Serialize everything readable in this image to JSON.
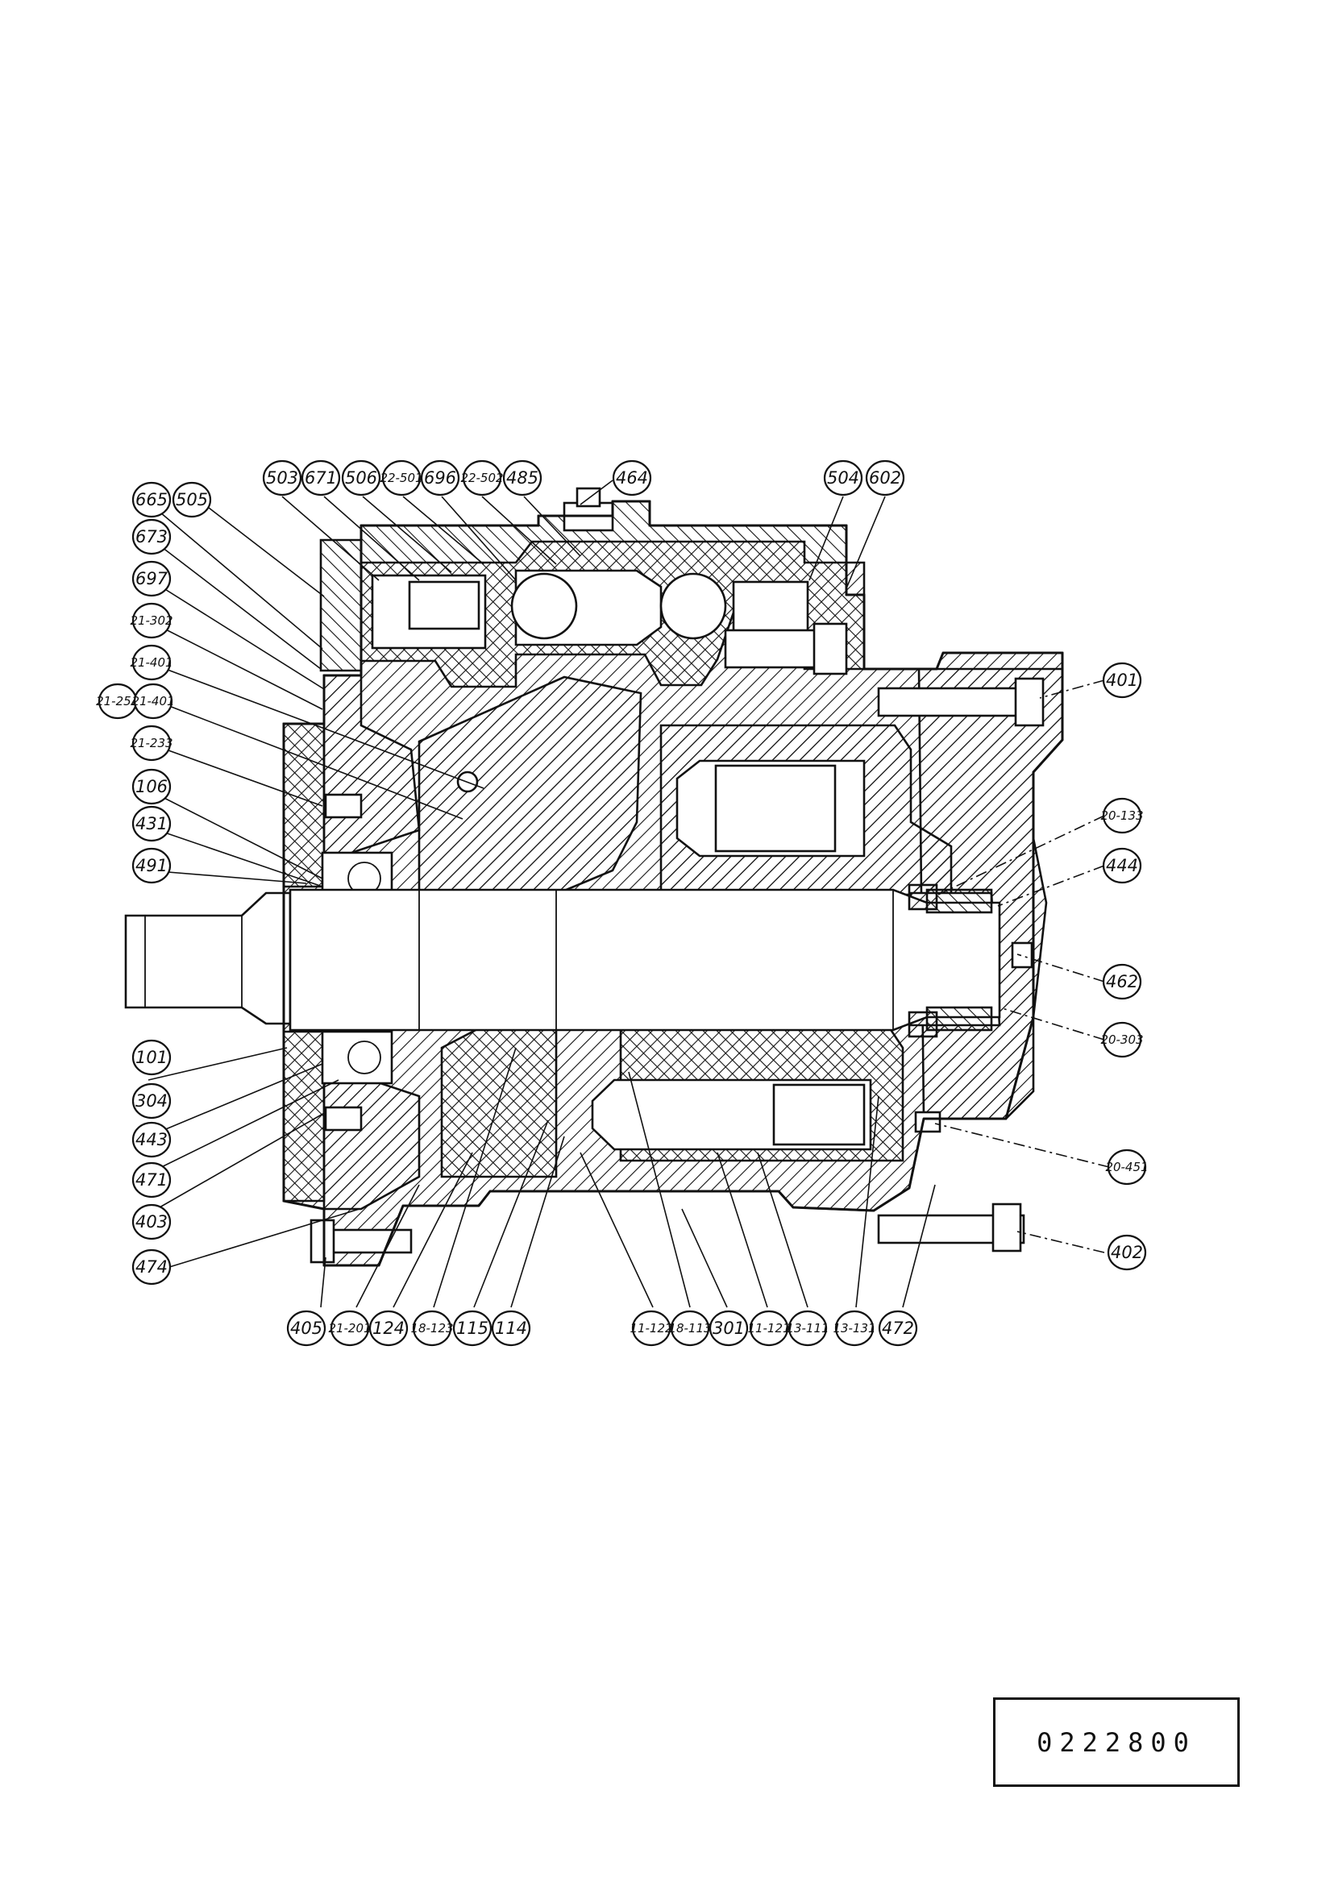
{
  "callouts": {
    "top": [
      "503",
      "671",
      "506",
      "22-501",
      "696",
      "22-502",
      "485",
      "464",
      "504",
      "602"
    ],
    "left": [
      "665",
      "505",
      "673",
      "697",
      "21-302",
      "21-401",
      "21-25A",
      "21-401",
      "21-233",
      "106",
      "431",
      "491",
      "101",
      "304",
      "443",
      "471",
      "403",
      "474"
    ],
    "right": [
      "401",
      "20-133",
      "444",
      "462",
      "20-303",
      "20-451",
      "402"
    ],
    "bottom": [
      "405",
      "21-201",
      "124",
      "18-123",
      "115",
      "114",
      "11-122",
      "18-113",
      "301",
      "11-121",
      "13-111",
      "13-131",
      "472"
    ]
  },
  "drawing_number": "0222800"
}
